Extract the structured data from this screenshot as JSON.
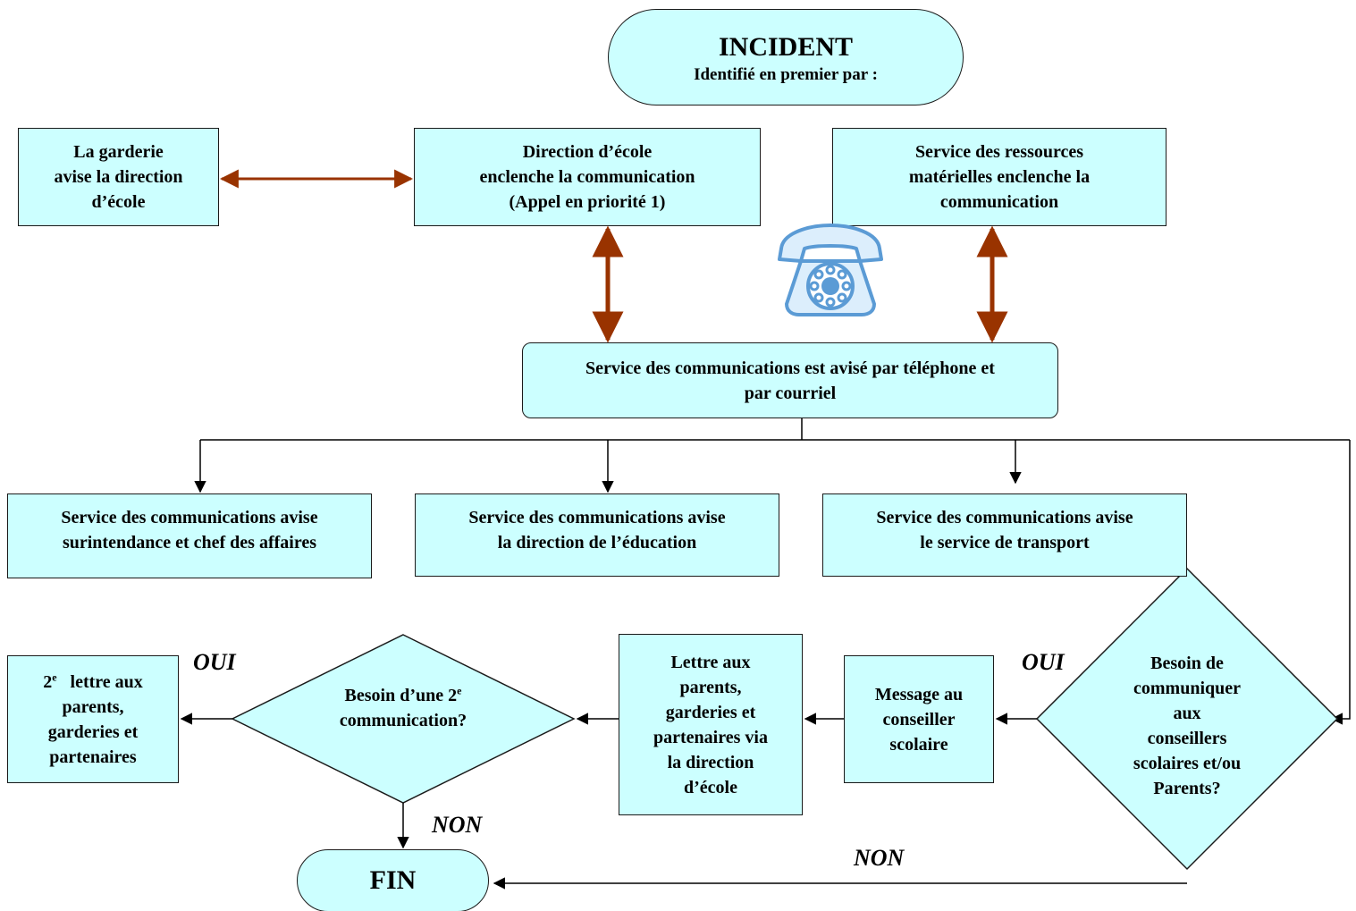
{
  "start": {
    "title": "INCIDENT",
    "subtitle": "Identifié  en premier par :"
  },
  "garderie": {
    "lines": [
      "La garderie",
      "avise la direction",
      "d’école"
    ]
  },
  "direction": {
    "lines": [
      "Direction d’école",
      "enclenche la communication",
      "(Appel en priorité 1)"
    ]
  },
  "ressources": {
    "lines": [
      "Service des ressources",
      "matérielles enclenche la",
      "communication"
    ]
  },
  "communications": {
    "lines": [
      "Service des communications est avisé par téléphone et",
      "par courriel"
    ]
  },
  "surintendance": {
    "lines": [
      "Service des communications avise",
      "surintendance et chef des affaires"
    ]
  },
  "education": {
    "lines": [
      "Service des communications avise",
      "la direction de l’éducation"
    ]
  },
  "transport": {
    "lines": [
      "Service des communications avise",
      "le service de transport"
    ]
  },
  "decision_parents": {
    "lines": [
      "Besoin de",
      "communiquer",
      "aux",
      "conseillers",
      "scolaires et/ou",
      "Parents?"
    ]
  },
  "message_conseiller": {
    "lines": [
      "Message au",
      "conseiller",
      "scolaire"
    ]
  },
  "lettre": {
    "lines": [
      "Lettre aux",
      "parents,",
      "garderies et",
      "partenaires via",
      "la direction",
      "d’école"
    ]
  },
  "decision_second": {
    "line1": "Besoin d’une 2",
    "line1_sup": "e",
    "line2": "communication?"
  },
  "second_letter": {
    "line1_num": "2",
    "line1_sup": "e",
    "line1_rest": "   lettre aux",
    "lines": [
      "parents,",
      "garderies et",
      "partenaires"
    ]
  },
  "end": {
    "label": "FIN"
  },
  "edge_labels": {
    "oui_right": "OUI",
    "oui_left": "OUI",
    "non_bottom": "NON",
    "non_left": "NON"
  },
  "icons": {
    "phone": "telephone-icon"
  },
  "colors": {
    "box_fill": "#ccffff",
    "bidirectional_arrow": "#993300",
    "line": "#000000",
    "phone": "#66aaee"
  }
}
